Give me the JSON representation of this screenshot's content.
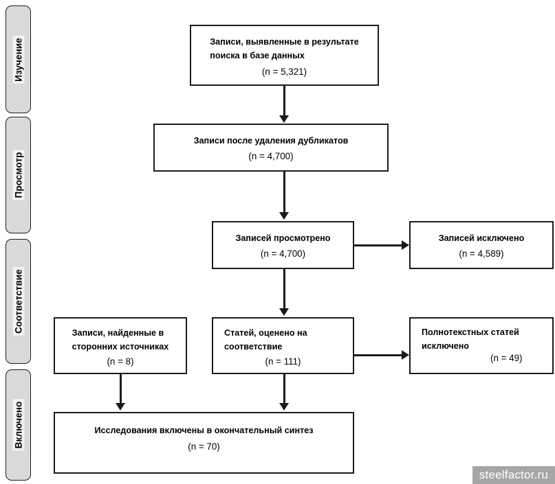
{
  "diagram": {
    "type": "prisma-flow-diagram",
    "language": "ru",
    "stages": [
      {
        "id": "identification",
        "label": "Изучение"
      },
      {
        "id": "screening",
        "label": "Просмотр"
      },
      {
        "id": "eligibility",
        "label": "Соответствие"
      },
      {
        "id": "included",
        "label": "Включено"
      }
    ],
    "boxes": [
      {
        "id": "records-identified",
        "title": "Записи, выявленные в результате\nпоиска в базе данных",
        "count": "(n = 5,321)"
      },
      {
        "id": "records-after-duplicates",
        "title": "Записи после удаления дубликатов",
        "count": "(n = 4,700)"
      },
      {
        "id": "records-screened",
        "title": "Записей просмотрено",
        "count": "(n = 4,700)"
      },
      {
        "id": "records-excluded",
        "title": "Записей исключено",
        "count": "(n = 4,589)"
      },
      {
        "id": "records-other-sources",
        "title": "Записи, найденные в\nсторонних источниках",
        "count": "(n = 8)"
      },
      {
        "id": "full-text-assessed",
        "title": "Статей, оценено на\nсоответствие",
        "count": "(n = 111)"
      },
      {
        "id": "full-text-excluded",
        "title": "Полнотекстных статей\nисключено",
        "count": "(n = 49)"
      },
      {
        "id": "studies-included",
        "title": "Исследования включены в окончательный синтез",
        "count": "(n = 70)"
      }
    ],
    "colors": {
      "line": "#1a1a1a",
      "stage_fill": "#d9d9d9",
      "stage_text_bg": "#f2f2f2",
      "box_fill": "#ffffff",
      "watermark_bg": "#a6a6a6",
      "watermark_text": "#ffffff"
    }
  },
  "watermark": {
    "text": "steelfactor.ru"
  }
}
